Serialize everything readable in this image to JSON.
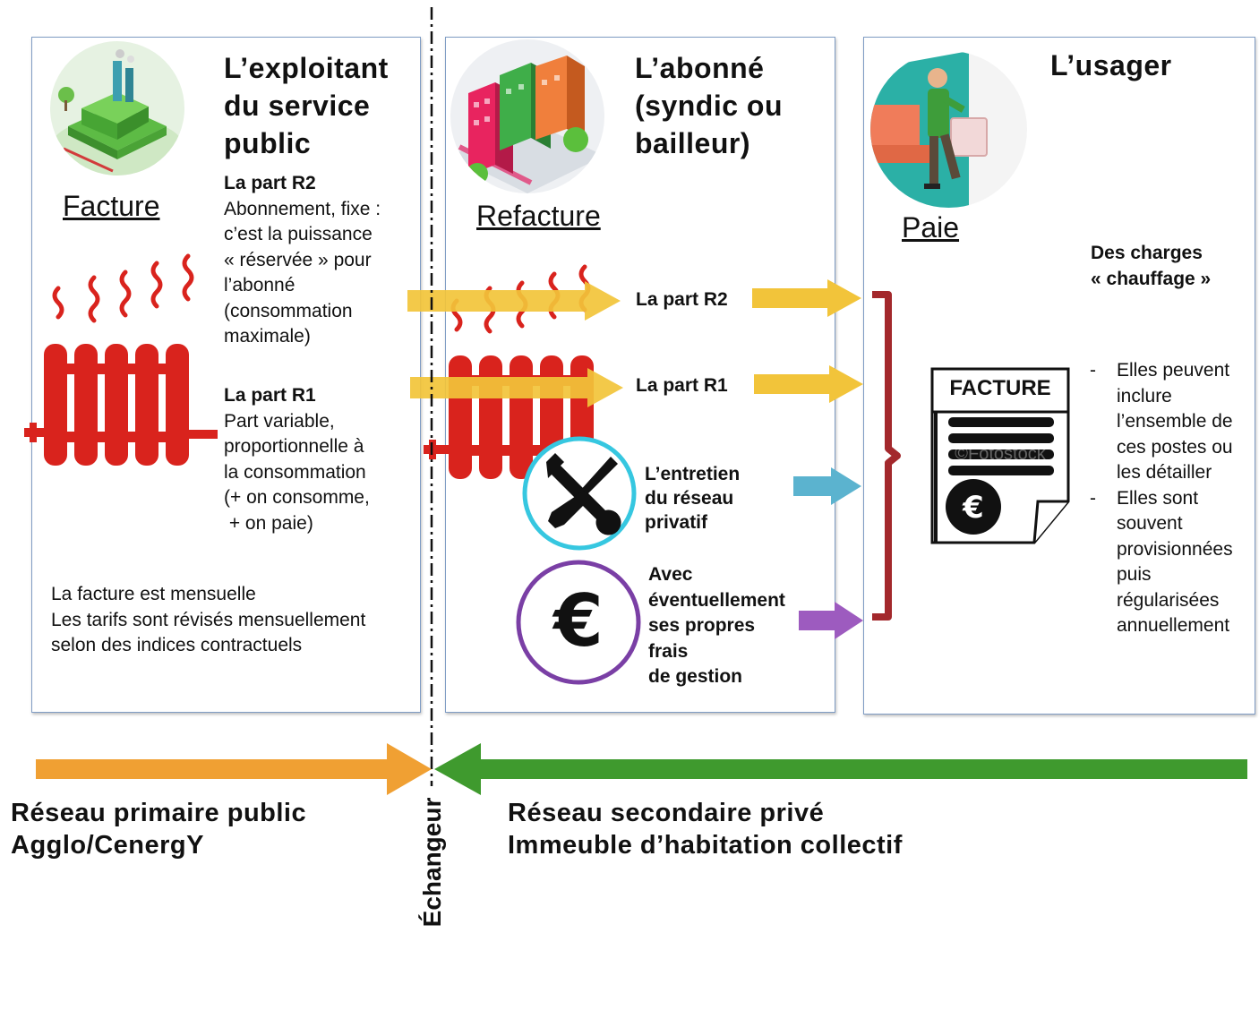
{
  "panels": {
    "exploitant": {
      "title_lines": [
        "L’exploitant",
        "du service",
        "public"
      ],
      "verb": "Facture",
      "r2_title": "La part R2",
      "r2_lines": [
        "Abonnement, fixe :",
        "c’est la puissance",
        "« réservée » pour",
        "l’abonné",
        "(consommation",
        "maximale)"
      ],
      "r1_title": "La part R1",
      "r1_lines": [
        "Part variable,",
        "proportionnelle à",
        "la consommation",
        "(+ on consomme,",
        " + on paie)"
      ],
      "notes": [
        "La facture est mensuelle",
        "Les tarifs sont révisés mensuellement",
        "selon des indices contractuels"
      ]
    },
    "abonne": {
      "title_lines": [
        "L’abonné",
        "(syndic ou",
        "bailleur)"
      ],
      "verb": "Refacture",
      "r2_label": "La part R2",
      "r1_label": "La part R1",
      "entretien_lines": [
        "L’entretien",
        "du réseau",
        "privatif"
      ],
      "gestion_lines": [
        "Avec",
        "éventuellement",
        "ses propres",
        "frais",
        "de gestion"
      ]
    },
    "usager": {
      "title": "L’usager",
      "verb": "Paie",
      "charges_lines": [
        "Des charges",
        "« chauffage »"
      ],
      "invoice_label": "FACTURE",
      "invoice_watermark": "©Fotostock",
      "bullets": [
        [
          "Elles peuvent",
          "inclure",
          "l’ensemble de",
          "ces postes ou",
          "les détailler"
        ],
        [
          "Elles sont",
          "souvent",
          "provisionnées",
          "puis",
          "régularisées",
          "annuellement"
        ]
      ]
    }
  },
  "footer": {
    "primary_lines": [
      "Réseau primaire public",
      "Agglo/CenergY"
    ],
    "secondary_lines": [
      "Réseau secondaire privé",
      "Immeuble d’habitation collectif"
    ],
    "exchanger": "Échangeur"
  },
  "icons": {
    "factory": "factory-icon",
    "buildings": "buildings-icon",
    "person": "person-radiator-icon",
    "radiator": "radiator-icon",
    "heat_waves": "heat-waves-icon",
    "tools": "wrench-screwdriver-icon",
    "euro": "euro-icon",
    "invoice": "invoice-icon"
  },
  "colors": {
    "panel_border": "#7f9cc4",
    "arrow_yellow": "#f2c43a",
    "arrow_blue": "#5bb3cf",
    "arrow_purple": "#9d5bbf",
    "brace": "#a3282c",
    "radiator": "#d9231d",
    "primary_arrow": "#f0a033",
    "secondary_arrow": "#3f9a2e",
    "tools_ring": "#36c7e0",
    "euro_ring": "#7a3fa5"
  }
}
